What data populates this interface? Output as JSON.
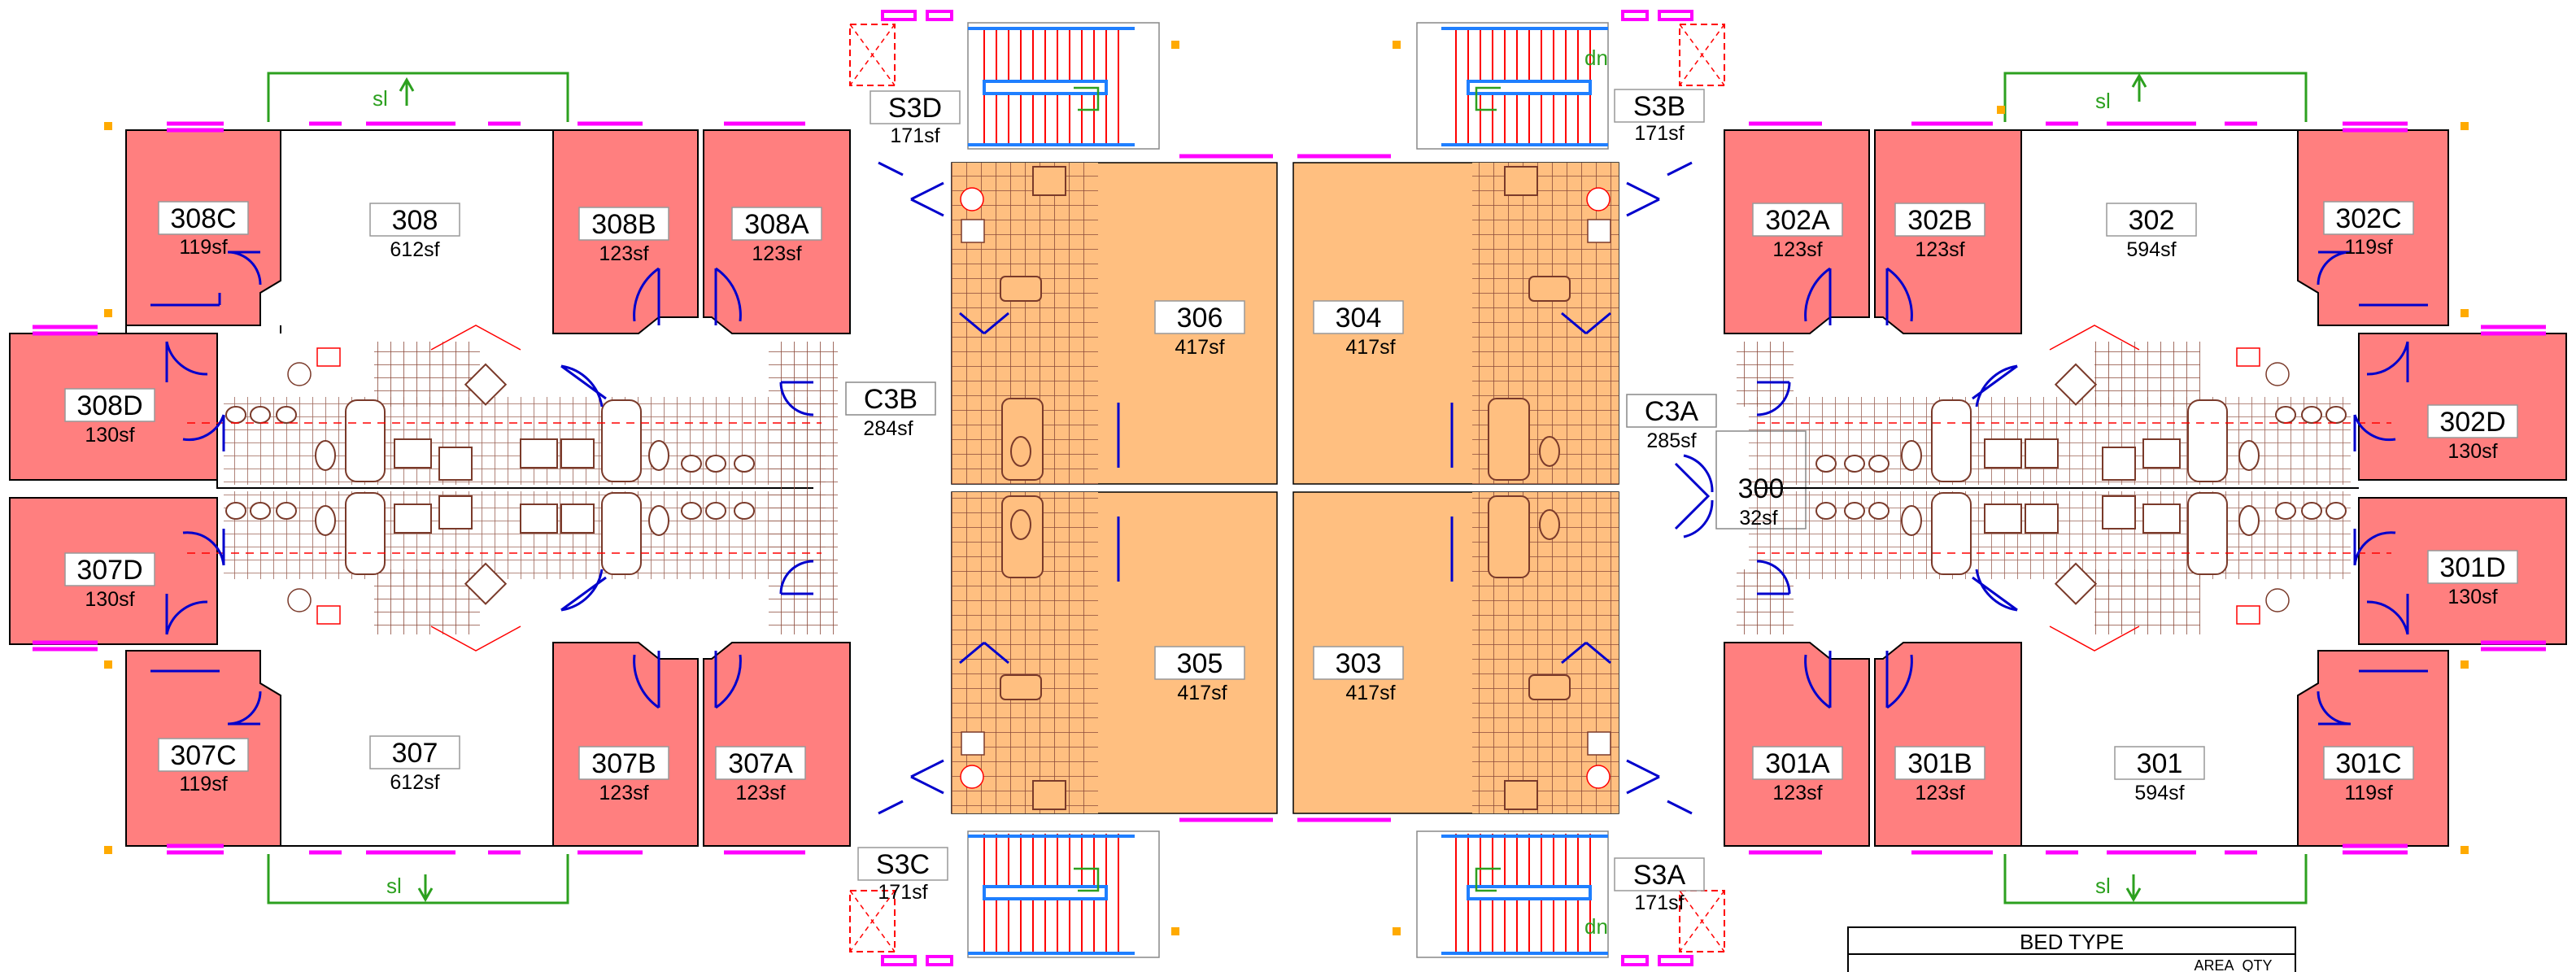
{
  "plan": {
    "rooms": {
      "r308C": {
        "name": "308C",
        "area": "119sf"
      },
      "r308": {
        "name": "308",
        "area": "612sf"
      },
      "r308B": {
        "name": "308B",
        "area": "123sf"
      },
      "r308A": {
        "name": "308A",
        "area": "123sf"
      },
      "r308D": {
        "name": "308D",
        "area": "130sf"
      },
      "r307D": {
        "name": "307D",
        "area": "130sf"
      },
      "r307C": {
        "name": "307C",
        "area": "119sf"
      },
      "r307": {
        "name": "307",
        "area": "612sf"
      },
      "r307B": {
        "name": "307B",
        "area": "123sf"
      },
      "r307A": {
        "name": "307A",
        "area": "123sf"
      },
      "rS3D": {
        "name": "S3D",
        "area": "171sf"
      },
      "rS3C": {
        "name": "S3C",
        "area": "171sf"
      },
      "rC3B": {
        "name": "C3B",
        "area": "284sf"
      },
      "r306": {
        "name": "306",
        "area": "417sf"
      },
      "r305": {
        "name": "305",
        "area": "417sf"
      },
      "r304": {
        "name": "304",
        "area": "417sf"
      },
      "r303": {
        "name": "303",
        "area": "417sf"
      },
      "rS3B": {
        "name": "S3B",
        "area": "171sf"
      },
      "rS3A": {
        "name": "S3A",
        "area": "171sf"
      },
      "rC3A": {
        "name": "C3A",
        "area": "285sf"
      },
      "r300": {
        "name": "300",
        "area": "32sf"
      },
      "r302A": {
        "name": "302A",
        "area": "123sf"
      },
      "r302B": {
        "name": "302B",
        "area": "123sf"
      },
      "r302": {
        "name": "302",
        "area": "594sf"
      },
      "r302C": {
        "name": "302C",
        "area": "119sf"
      },
      "r302D": {
        "name": "302D",
        "area": "130sf"
      },
      "r301D": {
        "name": "301D",
        "area": "130sf"
      },
      "r301A": {
        "name": "301A",
        "area": "123sf"
      },
      "r301B": {
        "name": "301B",
        "area": "123sf"
      },
      "r301": {
        "name": "301",
        "area": "594sf"
      },
      "r301C": {
        "name": "301C",
        "area": "119sf"
      }
    },
    "annotations": {
      "sl_top_left": "sl",
      "sl_bottom_left": "sl",
      "sl_top_right": "sl",
      "sl_bottom_right": "sl",
      "dn_top": "dn",
      "dn_bottom": "dn"
    },
    "legend": {
      "title": "BED TYPE",
      "col_area": "AREA",
      "col_qty": "QTY"
    },
    "colors": {
      "bedroom": "#ff7f7f",
      "unit_orange": "#ffbf80",
      "door_blue": "#0000cc",
      "window_magenta": "#ff00ff",
      "fixture_brown": "#7a3a2a",
      "tile_brown": "#8b4a3a",
      "stair_red": "#ff0000",
      "stair_blue": "#1f7fff",
      "annotation_green": "#2ca01f",
      "marker_yellow": "#ffaa00"
    }
  }
}
